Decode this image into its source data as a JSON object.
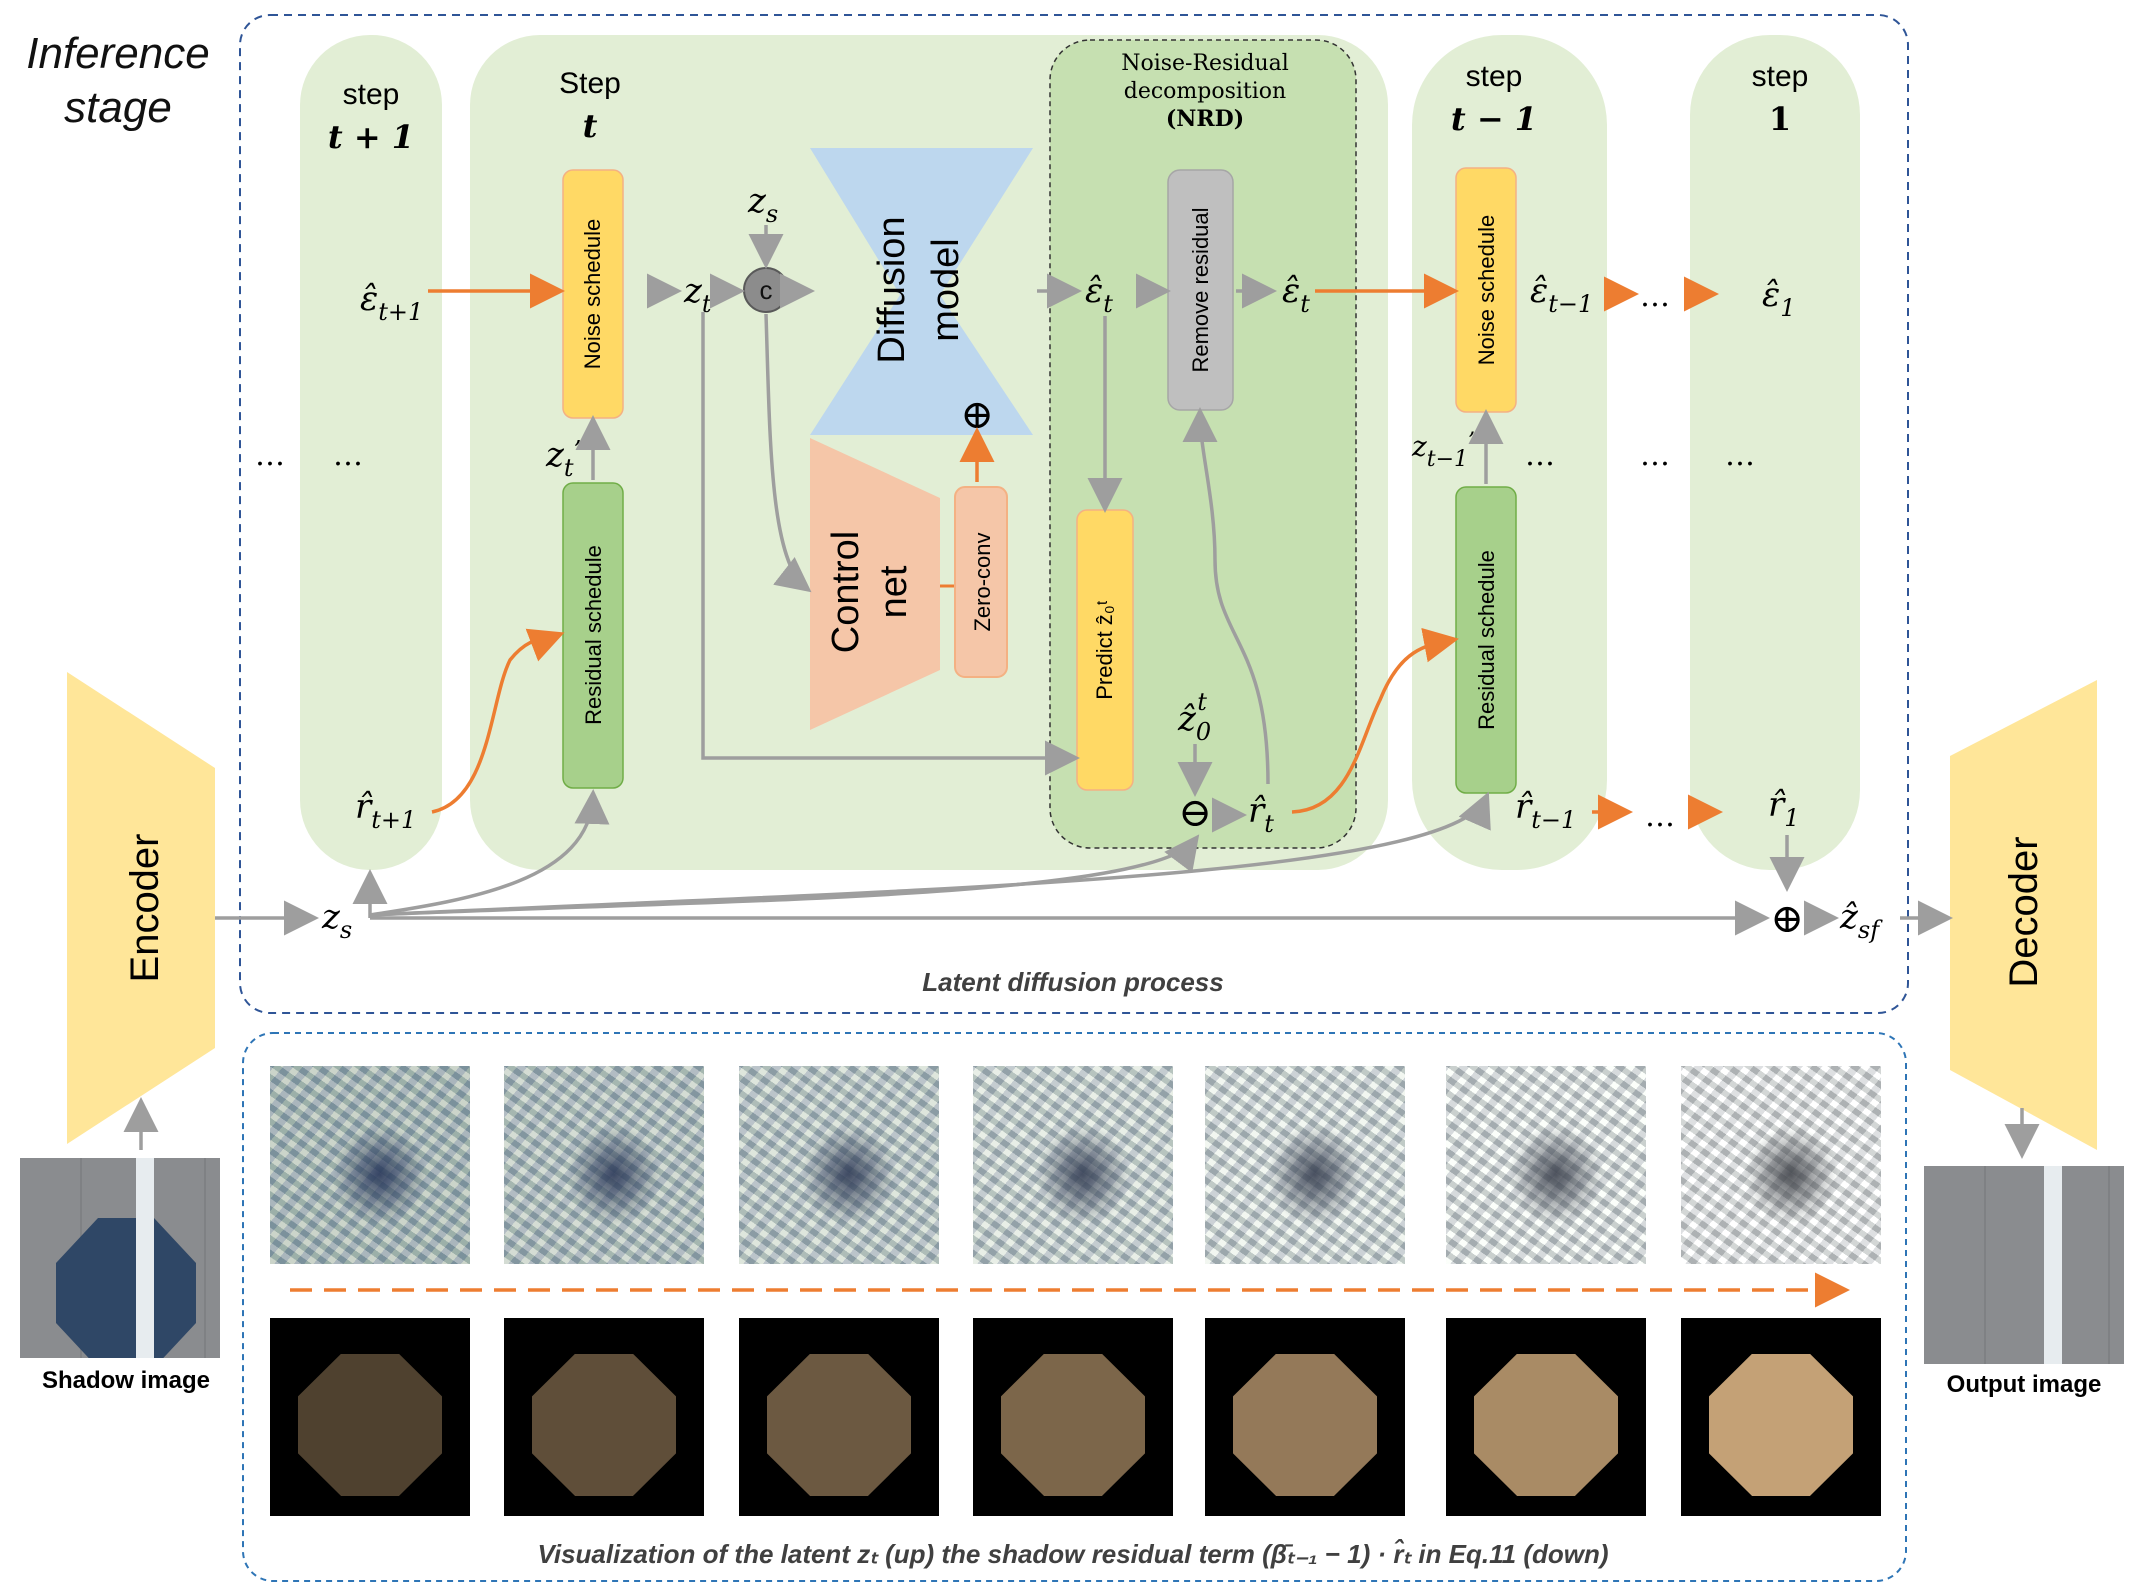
{
  "stage_title": [
    "Inference",
    "stage"
  ],
  "steps": {
    "t_plus_1": {
      "label": "step",
      "index": "t + 1"
    },
    "t": {
      "label": "Step",
      "index": "t"
    },
    "t_minus_1": {
      "label": "step",
      "index": "t − 1"
    },
    "one": {
      "label": "step",
      "index": "1"
    }
  },
  "blocks": {
    "noise_schedule": "Noise schedule",
    "residual_schedule": "Residual  schedule",
    "diffusion_model": [
      "Diffusion",
      "model"
    ],
    "control_net": [
      "Control",
      "net"
    ],
    "zero_conv": "Zero-conv",
    "remove_residual": "Remove residual",
    "predict": "Predict ẑ₀ᵗ",
    "encoder": "Encoder",
    "decoder": "Decoder",
    "concat": "c"
  },
  "nrd": {
    "line1": "Noise-Residual",
    "line2": "decomposition",
    "abbr": "(NRD)"
  },
  "symbols": {
    "eps_t1": "ε̂",
    "eps_t1_sub": "t+1",
    "r_t1": "r̂",
    "r_t1_sub": "t+1",
    "z_t": "z",
    "z_t_sub": "t",
    "z_s": "z",
    "z_s_sub": "s",
    "z_t_prime": "z",
    "z_t_prime_sub": "t",
    "prime": "’",
    "eps_t": "ε̂",
    "eps_t_sub": "t",
    "z0t": "ẑ",
    "z0t_sub": "0",
    "z0t_sup": "t",
    "r_t": "r̂",
    "r_t_sub": "t",
    "eps_tm1": "ε̂",
    "eps_tm1_sub": "t−1",
    "r_tm1": "r̂",
    "r_tm1_sub": "t−1",
    "z_tm1_prime": "z",
    "z_tm1_prime_sub": "t−1",
    "eps_1": "ε̂",
    "eps_1_sub": "1",
    "r_1": "r̂",
    "r_1_sub": "1",
    "z_sf": "ẑ",
    "z_sf_sub": "sf",
    "plus": "⊕",
    "minus": "⊖",
    "ellipsis": "…"
  },
  "latent_process_label": "Latent diffusion process",
  "shadow_image_label": "Shadow image",
  "output_image_label": "Output image",
  "caption": "Visualization of the latent zₜ (up) the shadow residual term  (β̄ₜ₋₁ − 1) · r̂ₜ  in Eq.11 (down)",
  "colors": {
    "green_panel": "#e2eed5",
    "nrd_box": "#c6e0b1",
    "noise_block": "#ffd965",
    "residual_block": "#a7d08b",
    "diffusion": "#bdd7ee",
    "controlnet": "#f5c6a8",
    "remove_residual": "#bfbfbf",
    "encoder": "#ffe699",
    "orange_arrow": "#ed7d31",
    "gray_arrow": "#9e9e9e",
    "frame_dashed": "#2f5597"
  },
  "visualization": {
    "latent_steps": [
      1,
      2,
      3,
      4,
      5,
      6,
      7
    ],
    "residual_brightness": [
      0.12,
      0.22,
      0.3,
      0.4,
      0.55,
      0.68,
      0.85
    ]
  }
}
